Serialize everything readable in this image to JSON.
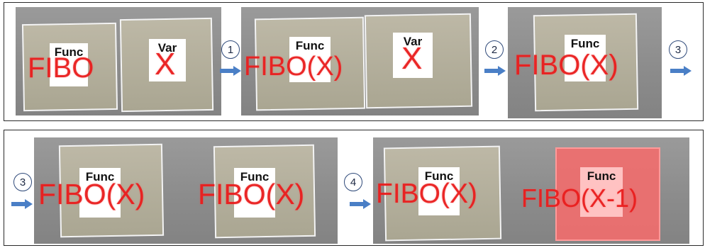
{
  "panels": {
    "p1": {
      "tags": [
        "Func",
        "Var"
      ],
      "ar": [
        "FIBO",
        "X"
      ]
    },
    "p2": {
      "tags": [
        "Func",
        "Var"
      ],
      "ar": [
        "FIBO(X)",
        "X"
      ]
    },
    "p3": {
      "tags": [
        "Func"
      ],
      "ar": [
        "FIBO(X)"
      ]
    },
    "p4": {
      "tags": [
        "Func",
        "Func"
      ],
      "ar": [
        "FIBO(X)",
        "FIBO(X)"
      ]
    },
    "p5": {
      "tags": [
        "Func",
        "Func"
      ],
      "ar": [
        "FIBO(X)",
        "FIBO(X-1)"
      ]
    }
  },
  "steps": [
    "1",
    "2",
    "3",
    "3",
    "4"
  ],
  "colors": {
    "ar_text": "#e81c1c",
    "step_border": "#2f4a7a",
    "arrow": "#4a7fc6",
    "highlight_card": "#f06e6e"
  },
  "icons": [
    "right-arrow-icon"
  ]
}
